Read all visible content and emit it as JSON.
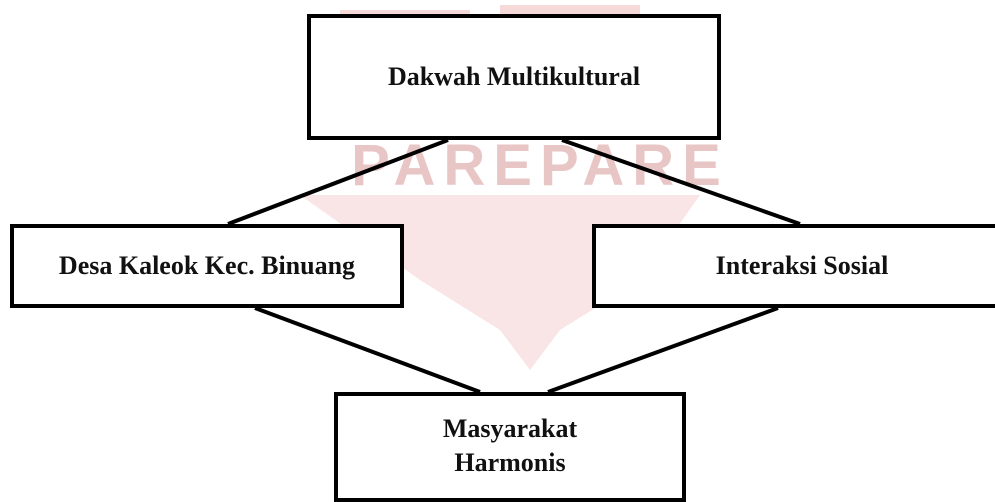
{
  "watermark": {
    "text": "PAREPARE",
    "color": "#e9c6c6",
    "emblem_color": "#f6dada"
  },
  "diagram": {
    "top_box": "Dakwah Multikultural",
    "left_box": "Desa Kaleok Kec. Binuang",
    "right_box": "Interaksi Sosial",
    "bottom_box": "Masyarakat Harmonis"
  }
}
